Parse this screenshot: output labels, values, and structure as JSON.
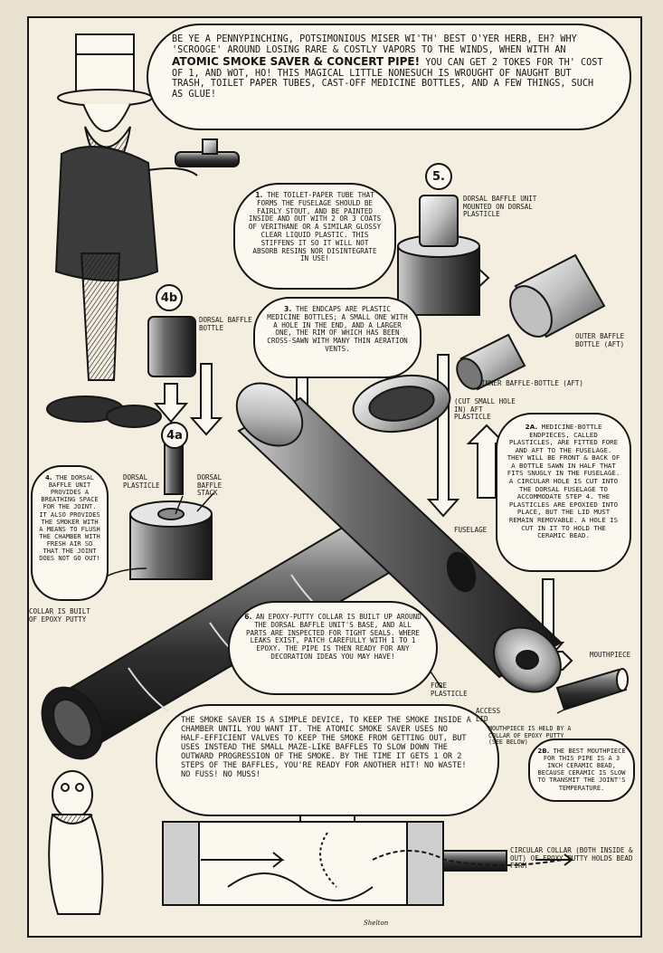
{
  "intro": {
    "text_a": "Be ye a pennypinching, potsimonious miser wi'th' best o'yer herb, eh? Why 'Scrooge' around losing rare & costly vapors to the winds, when with an ",
    "title": "Atomic Smoke Saver & Concert Pipe!",
    "text_b": " You can get 2 tokes for th' cost of 1, and wot, ho! This magical little nonesuch is wrought of naught but trash, toilet paper tubes, cast-off medicine bottles, and a few things, such as glue!"
  },
  "steps": {
    "s1": {
      "num": "1.",
      "text": "The toilet-paper tube that forms the fuselage should be fairly stout, and be painted inside and out with 2 or 3 coats of Verithane or a similar glossy clear liquid plastic. This stiffens it so it will not absorb resins nor disintegrate in use!"
    },
    "s2a": {
      "num": "2a.",
      "text": "Medicine-bottle endpieces, called plasticles, are fitted fore and aft to the fuselage. They will be front & back of a bottle sawn in half that fits snugly in the fuselage. A circular hole is cut into the dorsal fuselage to accommodate step 4. The plasticles are epoxied into place, but the lid must remain removable. A hole is cut in it to hold the ceramic bead."
    },
    "s2b": {
      "num": "2b.",
      "text": "The best mouthpiece for this pipe is a 3 inch ceramic bead, because ceramic is slow to transmit the joint's temperature."
    },
    "s3": {
      "num": "3.",
      "text": "The endcaps are plastic medicine bottles; a small one with a hole in the end, and a larger one, the rim of which has been cross-sawn with many thin aeration vents."
    },
    "s4": {
      "num": "4.",
      "text": "The dorsal baffle unit provides a breathing space for the joint. It also provides the smoker with a means to flush the chamber with fresh air so that the joint does not go out!"
    },
    "s5": {
      "num": "5."
    },
    "s4a": {
      "num": "4a"
    },
    "s4b": {
      "num": "4b"
    },
    "s6": {
      "num": "6.",
      "text": "An epoxy-putty collar is built up around the dorsal baffle unit's base, and all parts are inspected for tight seals. Where leaks exist, patch carefully with 1 to 1 epoxy. The pipe is then ready for any decoration ideas you may have!"
    }
  },
  "labels": {
    "dorsal_baffle_bottle": "Dorsal baffle bottle",
    "dorsal_baffle_unit": "Dorsal baffle unit mounted on dorsal plasticle",
    "outer_baffle_bottle": "Outer baffle bottle (aft)",
    "inner_baffle_bottle": "Inner baffle-bottle (aft)",
    "aft_plasticle": "(cut small hole in) aft plasticle",
    "dorsal_plasticle": "Dorsal plasticle",
    "dorsal_baffle_stack": "Dorsal baffle stack",
    "fuselage": "Fuselage",
    "collar_epoxy": "Collar is built of epoxy putty",
    "fore_plasticle": "Fore plasticle",
    "access_lid": "Access lid",
    "mouthpiece": "Mouthpiece",
    "mouthpiece_held": "Mouthpiece is held by a collar of epoxy putty (see below)",
    "circular_collar": "Circular collar (both inside & out) of epoxy putty holds bead firm"
  },
  "explanation": {
    "text": "The smoke saver is a simple device, to keep the smoke inside a chamber until you want it. The Atomic Smoke Saver uses no half-efficient valves to keep the smoke from getting out, but uses instead the small maze-like baffles to slow down the outward progression of the smoke. By the time it gets 1 or 2 steps of the baffles, you're ready for another hit! No waste! No fuss! No muss!"
  },
  "signature": "Shelton",
  "colors": {
    "paper": "#f3eee0",
    "ink": "#151515",
    "tube_dark": "#3a3a3a",
    "tube_mid": "#7a7a7a",
    "glass": "#c9c9c9"
  }
}
